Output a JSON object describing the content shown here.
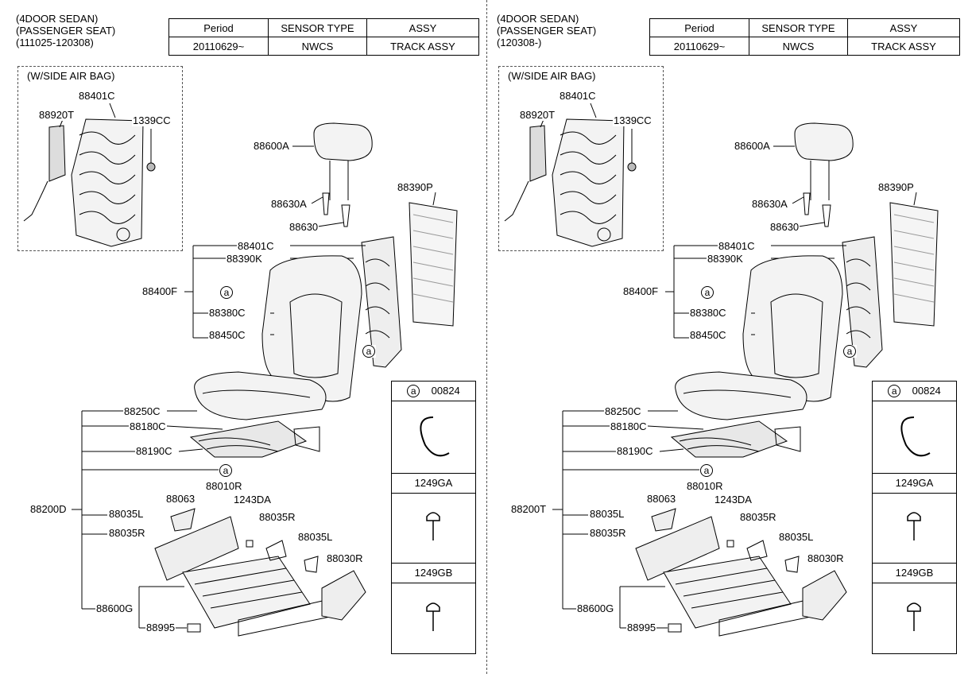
{
  "panels": [
    {
      "header": [
        "(4DOOR SEDAN)",
        "(PASSENGER SEAT)",
        "(111025-120308)"
      ],
      "table": {
        "headers": [
          "Period",
          "SENSOR TYPE",
          "ASSY"
        ],
        "row": [
          "20110629~",
          "NWCS",
          "TRACK ASSY"
        ]
      },
      "airbag_title": "(W/SIDE AIR BAG)",
      "labels": {
        "l88401C_a": "88401C",
        "l88920T": "88920T",
        "l1339CC": "1339CC",
        "l88600A": "88600A",
        "l88630A": "88630A",
        "l88630": "88630",
        "l88390P": "88390P",
        "l88401C_b": "88401C",
        "l88390K": "88390K",
        "l88400F": "88400F",
        "la1": "a",
        "l88380C": "88380C",
        "l88450C": "88450C",
        "la2": "a",
        "l88250C": "88250C",
        "l88180C": "88180C",
        "l88190C": "88190C",
        "la3": "a",
        "l88200": "88200D",
        "l88035L_a": "88035L",
        "l88035R_a": "88035R",
        "l88063": "88063",
        "l88010R": "88010R",
        "l1243DA": "1243DA",
        "l88035R_b": "88035R",
        "l88035L_b": "88035L",
        "l88030R": "88030R",
        "l88600G": "88600G",
        "l88995": "88995"
      },
      "legend": {
        "a_mark": "a",
        "a_code": "00824",
        "code2": "1249GA",
        "code3": "1249GB"
      }
    },
    {
      "header": [
        "(4DOOR SEDAN)",
        "(PASSENGER SEAT)",
        "(120308-)"
      ],
      "table": {
        "headers": [
          "Period",
          "SENSOR TYPE",
          "ASSY"
        ],
        "row": [
          "20110629~",
          "NWCS",
          "TRACK ASSY"
        ]
      },
      "airbag_title": "(W/SIDE AIR BAG)",
      "labels": {
        "l88401C_a": "88401C",
        "l88920T": "88920T",
        "l1339CC": "1339CC",
        "l88600A": "88600A",
        "l88630A": "88630A",
        "l88630": "88630",
        "l88390P": "88390P",
        "l88401C_b": "88401C",
        "l88390K": "88390K",
        "l88400F": "88400F",
        "la1": "a",
        "l88380C": "88380C",
        "l88450C": "88450C",
        "la2": "a",
        "l88250C": "88250C",
        "l88180C": "88180C",
        "l88190C": "88190C",
        "la3": "a",
        "l88200": "88200T",
        "l88035L_a": "88035L",
        "l88035R_a": "88035R",
        "l88063": "88063",
        "l88010R": "88010R",
        "l1243DA": "1243DA",
        "l88035R_b": "88035R",
        "l88035L_b": "88035L",
        "l88030R": "88030R",
        "l88600G": "88600G",
        "l88995": "88995"
      },
      "legend": {
        "a_mark": "a",
        "a_code": "00824",
        "code2": "1249GA",
        "code3": "1249GB"
      }
    }
  ]
}
